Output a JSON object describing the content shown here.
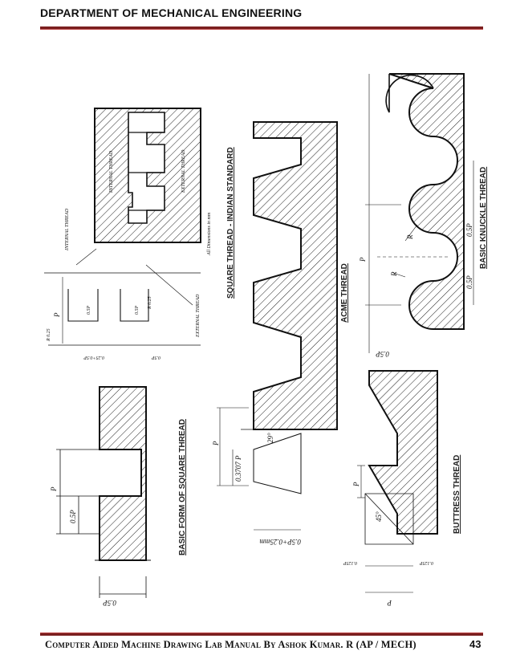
{
  "header": {
    "title": "DEPARTMENT OF MECHANICAL ENGINEERING"
  },
  "footer": {
    "text": "Computer Aided Machine Drawing Lab Manual By Ashok Kumar. R (AP / MECH)",
    "page": "43"
  },
  "colors": {
    "rule": "#7a1f1f",
    "ink": "#111111"
  },
  "figures": {
    "basic_square": {
      "label": "BASIC FORM OF SQUARE THREAD",
      "p": "P",
      "half_p": "0.5P",
      "depth": "0.5P"
    },
    "square_indian": {
      "label": "SQUARE THREAD - INDIAN STANDARD",
      "note": "All Dimensions in mm",
      "internal": "INTERNAL THREAD",
      "external": "EXTERNAL THREAD",
      "p": "P",
      "d1": "0.5P",
      "d2": "0.5P",
      "r1": "R 0.25",
      "r2": "R 0.25",
      "depth": "0.5P",
      "top": "0.25+0.5P"
    },
    "acme": {
      "label": "ACME THREAD",
      "p": "P",
      "flat": "0.3707 P",
      "angle": "29°",
      "depth": "0.5P+0.25mm"
    },
    "buttress": {
      "label": "BUTTRESS THREAD",
      "p": "P",
      "angle": "45°",
      "a": "0.125P",
      "b": "0.125P",
      "c": "P"
    },
    "knuckle": {
      "label": "BASIC KNUCKLE THREAD",
      "p": "P",
      "r1": "R",
      "r2": "R",
      "a": "0.5P",
      "b": "0.5P",
      "c": "0.5P"
    }
  }
}
